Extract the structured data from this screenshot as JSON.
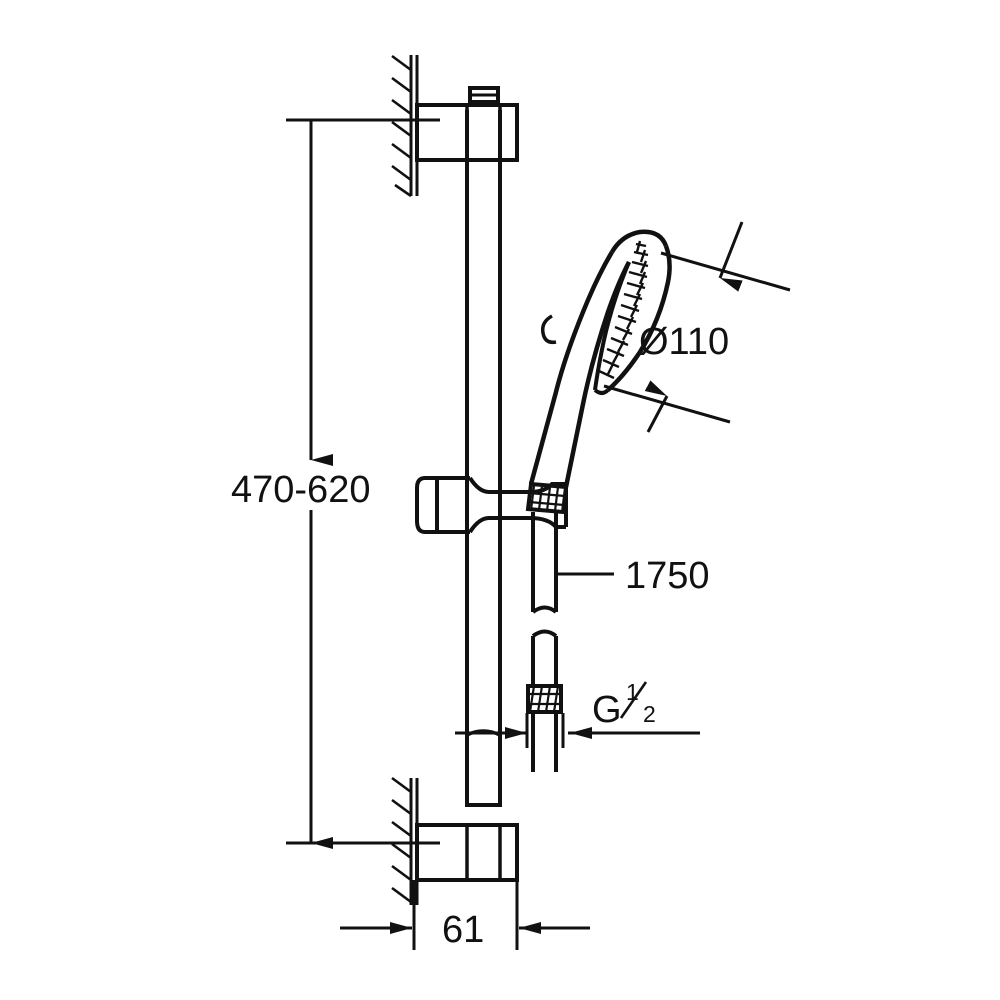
{
  "drawing": {
    "title": "Shower rail set technical drawing",
    "background_color": "#ffffff",
    "line_color": "#111111",
    "dimensions": {
      "rail_height_range": "470-620",
      "spray_face_diameter": "Ø110",
      "hose_length": "1750",
      "thread_label_prefix": "G",
      "thread_fraction_numerator": "1",
      "thread_fraction_denominator": "2",
      "wall_projection": "61"
    },
    "labels": {
      "rail_height_name": "rail adjustable height dimension",
      "diameter_name": "spray face diameter callout",
      "hose_name": "hose length callout",
      "thread_name": "hose connection thread callout",
      "projection_name": "wall projection dimension"
    },
    "parts": {
      "top_bracket": "upper wall bracket",
      "bottom_bracket": "lower wall bracket",
      "rail": "vertical shower rail",
      "slider": "sliding hand shower holder",
      "handshower": "hand shower head",
      "hose": "shower hose",
      "hose_nut": "knurled hose connection nut",
      "wall": "hatched wall section"
    }
  }
}
